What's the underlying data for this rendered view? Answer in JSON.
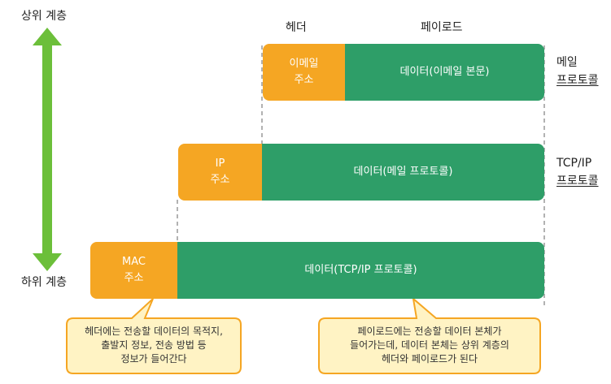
{
  "axis": {
    "top_label": "상위 계층",
    "bottom_label": "하위 계층"
  },
  "columns": {
    "header": "헤더",
    "payload": "페이로드"
  },
  "layers": {
    "mail": {
      "header_lines": [
        "이메일",
        "주소"
      ],
      "payload": "데이터(이메일 본문)",
      "protocol_lines": [
        "메일",
        "프로토콜"
      ]
    },
    "tcpip": {
      "header_lines": [
        "IP",
        "주소"
      ],
      "payload": "데이터(메일 프로토콜)",
      "protocol_lines": [
        "TCP/IP",
        "프로토콜"
      ]
    },
    "mac": {
      "header_lines": [
        "MAC",
        "주소"
      ],
      "payload": "데이터(TCP/IP 프로토콜)"
    }
  },
  "notes": {
    "header_note": [
      "헤더에는 전송할 데이터의 목적지,",
      "출발지 정보, 전송 방법 등",
      "정보가 들어간다"
    ],
    "payload_note": [
      "페이로드에는 전송할 데이터 본체가",
      "들어가는데, 데이터 본체는 상위 계층의",
      "헤더와 페이로드가 된다"
    ]
  },
  "colors": {
    "header": "#f5a623",
    "payload": "#2e9e68",
    "arrow": "#6cbf3a",
    "note_fill": "#fff3c4",
    "note_border": "#f5a623",
    "dash": "#999999"
  }
}
